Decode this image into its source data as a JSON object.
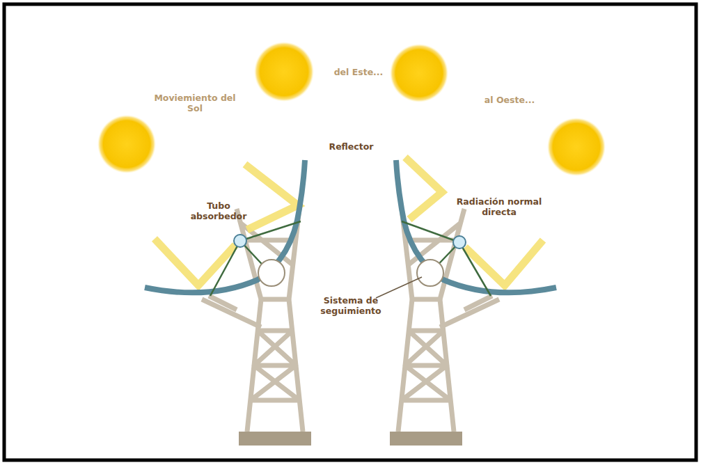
{
  "diagram": {
    "labels": [
      "Moviemiento del Sol",
      "del Este...",
      "al Oeste...",
      "Reflector",
      "Tubo absorbedor",
      "Radiación normal directa",
      "Sistema de seguimiento"
    ]
  }
}
